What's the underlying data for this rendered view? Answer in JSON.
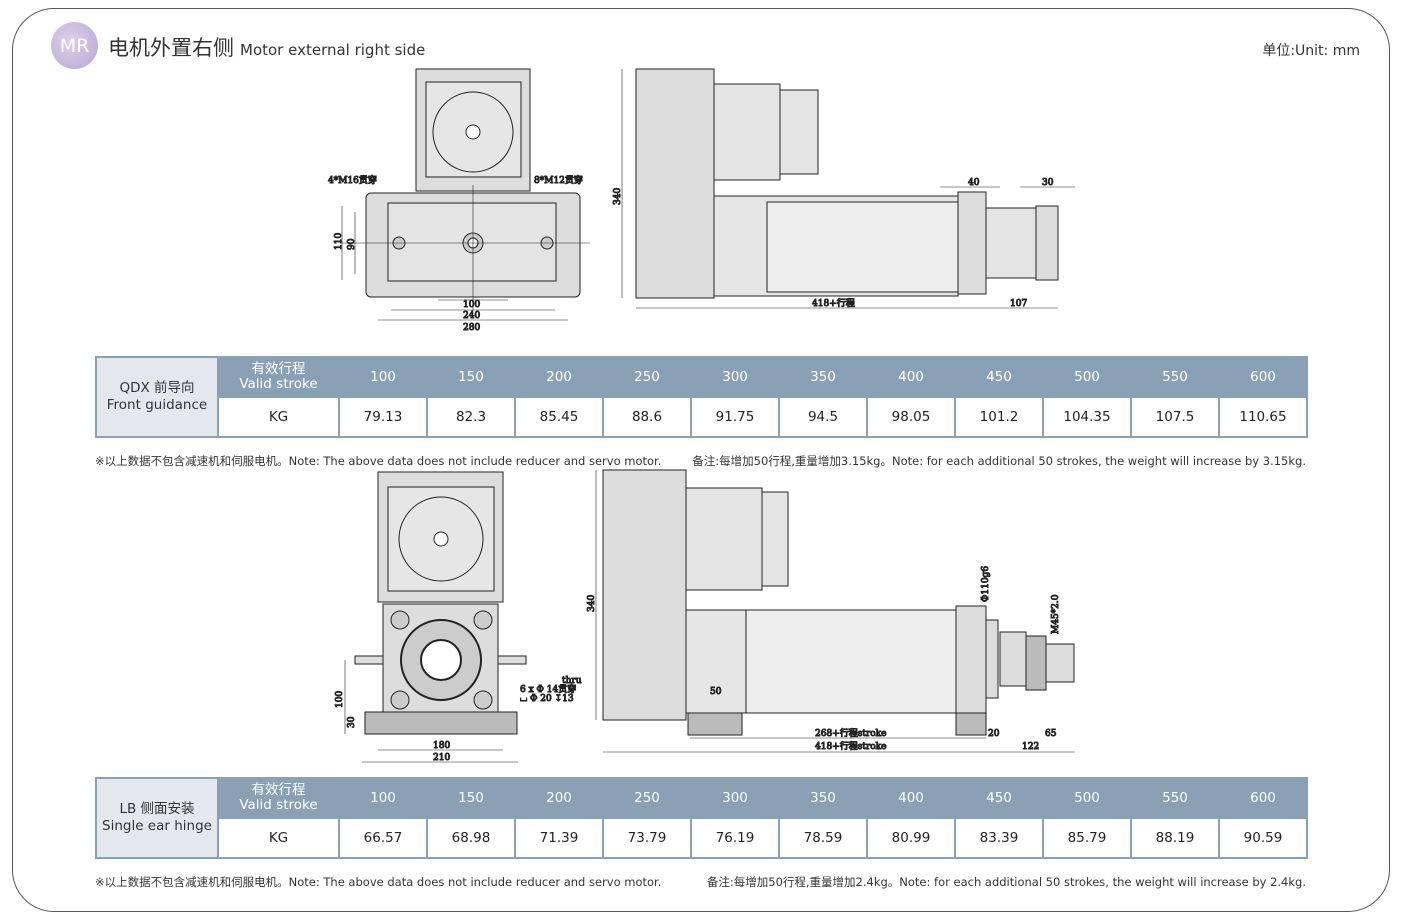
{
  "header": {
    "badge": "MR",
    "title_cn": "电机外置右侧",
    "title_en": "Motor external right side",
    "unit": "单位:Unit: mm"
  },
  "drawing1": {
    "labels": {
      "m16": "4*M16贯穿",
      "m12": "8*M12贯穿",
      "d110": "110",
      "d90": "90",
      "d100": "100",
      "d240": "240",
      "d280": "280",
      "d340": "340",
      "d40": "40",
      "d30": "30",
      "d418": "418+行程",
      "d107": "107"
    }
  },
  "drawing2": {
    "labels": {
      "thru": "thru",
      "holes1": "6 x Φ 14贯穿",
      "holes2": "⌴ Φ 20 ↧13",
      "d100": "100",
      "d30": "30",
      "d180": "180",
      "d210": "210",
      "d340": "340",
      "d50": "50",
      "d268": "268+行程stroke",
      "d418": "418+行程stroke",
      "d20": "20",
      "d122": "122",
      "d65": "65",
      "phi110": "Φ110g6",
      "m45": "M45*2.0"
    }
  },
  "table1": {
    "label_cn": "QDX 前导向",
    "label_en": "Front guidance",
    "stroke_cn": "有效行程",
    "stroke_en": "Valid stroke",
    "unit": "KG",
    "strokes": [
      "100",
      "150",
      "200",
      "250",
      "300",
      "350",
      "400",
      "450",
      "500",
      "550",
      "600"
    ],
    "weights": [
      "79.13",
      "82.3",
      "85.45",
      "88.6",
      "91.75",
      "94.5",
      "98.05",
      "101.2",
      "104.35",
      "107.5",
      "110.65"
    ]
  },
  "note1_left": "※以上数据不包含减速机和伺服电机。Note: The above data does not include reducer and servo motor.",
  "note1_right": "备注:每增加50行程,重量增加3.15kg。Note: for each additional 50 strokes, the weight will increase by 3.15kg.",
  "table2": {
    "label_cn": "LB 侧面安装",
    "label_en": "Single ear hinge",
    "stroke_cn": "有效行程",
    "stroke_en": "Valid stroke",
    "unit": "KG",
    "strokes": [
      "100",
      "150",
      "200",
      "250",
      "300",
      "350",
      "400",
      "450",
      "500",
      "550",
      "600"
    ],
    "weights": [
      "66.57",
      "68.98",
      "71.39",
      "73.79",
      "76.19",
      "78.59",
      "80.99",
      "83.39",
      "85.79",
      "88.19",
      "90.59"
    ]
  },
  "note2_left": "※以上数据不包含减速机和伺服电机。Note: The above data does not include reducer and servo motor.",
  "note2_right": "备注:每增加50行程,重量增加2.4kg。Note: for each additional 50 strokes, the weight will increase by 2.4kg."
}
